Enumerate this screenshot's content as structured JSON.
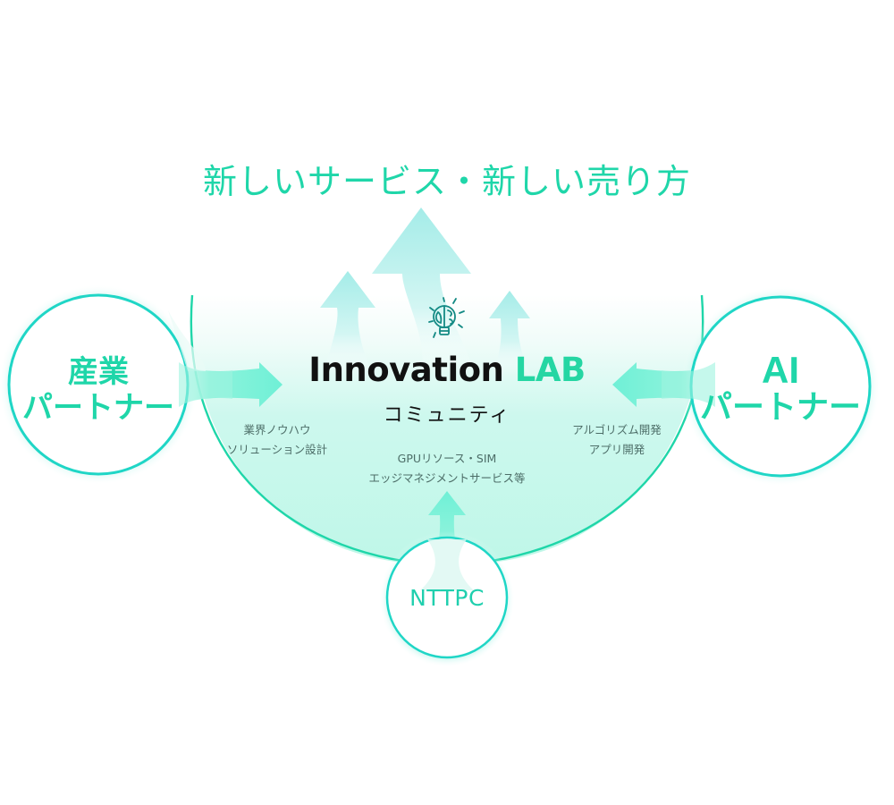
{
  "headline": "新しいサービス・新しい売り方",
  "center": {
    "icon": "lightbulb-brain-icon",
    "title_main": "Innovation",
    "title_accent": "LAB",
    "subtitle": "コミュニティ"
  },
  "partners": {
    "industry": {
      "line1": "産業",
      "line2": "パートナー",
      "contributions": [
        "業界ノウハウ",
        "ソリューション設計"
      ]
    },
    "ai": {
      "line1": "AI",
      "line2": "パートナー",
      "contributions": [
        "アルゴリズム開発",
        "アプリ開発"
      ]
    },
    "nttpc": {
      "label": "NTTPC",
      "contributions": [
        "GPUリソース・SIM",
        "エッジマネジメントサービス等"
      ]
    }
  },
  "colors": {
    "accent": "#1fd6a9",
    "ring": "#20d4b8",
    "bowl_fill": "#c2f7ea",
    "arrow": "#6ff0d6",
    "up_arrow": "#a8eee9",
    "note_text": "#4d6e68"
  }
}
